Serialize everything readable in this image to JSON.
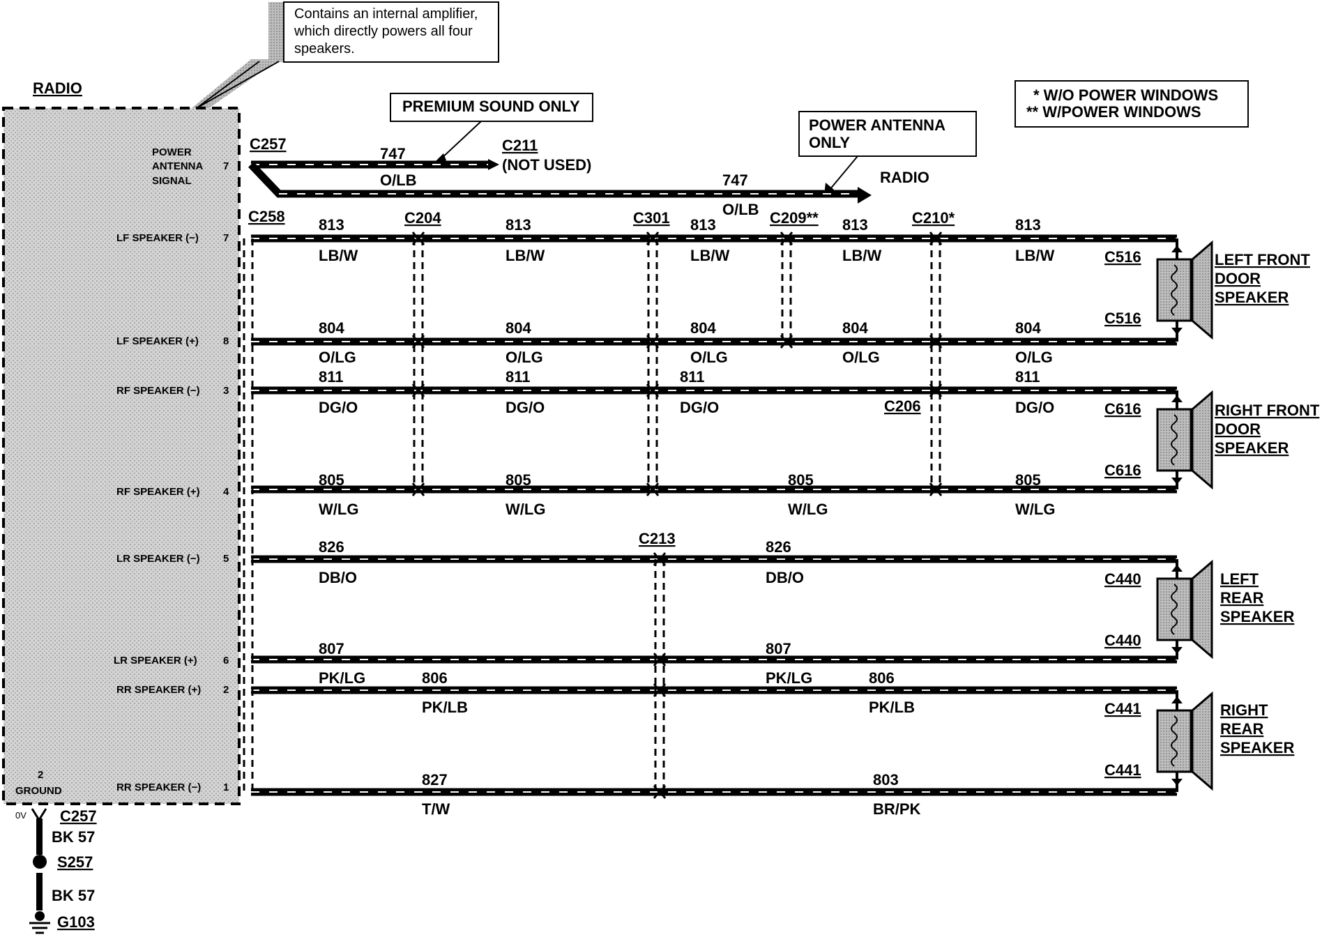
{
  "callouts": {
    "amplifier_note": [
      "Contains an internal amplifier,",
      "which directly powers all four",
      "speakers."
    ],
    "premium_sound": "PREMIUM SOUND ONLY",
    "power_antenna": [
      "POWER ANTENNA",
      "ONLY"
    ],
    "legend": [
      "* W/O POWER WINDOWS",
      "** W/POWER WINDOWS"
    ]
  },
  "radio": {
    "title": "RADIO",
    "pins": [
      {
        "label": [
          "POWER",
          "ANTENNA",
          "SIGNAL"
        ],
        "num": "7"
      },
      {
        "label": [
          "LF SPEAKER (−)"
        ],
        "num": "7"
      },
      {
        "label": [
          "LF SPEAKER (+)"
        ],
        "num": "8"
      },
      {
        "label": [
          "RF SPEAKER (−)"
        ],
        "num": "3"
      },
      {
        "label": [
          "RF SPEAKER (+)"
        ],
        "num": "4"
      },
      {
        "label": [
          "LR SPEAKER (−)"
        ],
        "num": "5"
      },
      {
        "label": [
          "LR SPEAKER (+)"
        ],
        "num": "6"
      },
      {
        "label": [
          "RR SPEAKER (+)"
        ],
        "num": "2"
      },
      {
        "label": [
          "RR SPEAKER (−)"
        ],
        "num": "1"
      }
    ],
    "ground_pin": {
      "num": "2",
      "label": "GROUND"
    }
  },
  "antenna": {
    "connector": "C257",
    "wire1": {
      "num": "747",
      "color": "O/LB",
      "dest": "C211",
      "dest_note": "(NOT USED)"
    },
    "wire2": {
      "num": "747",
      "color": "O/LB",
      "dest": "RADIO"
    }
  },
  "connectors": {
    "c258": "C258",
    "c204": "C204",
    "c301": "C301",
    "c209": "C209**",
    "c210": "C210*",
    "c206": "C206",
    "c213": "C213",
    "c516a": "C516",
    "c516b": "C516",
    "c616a": "C616",
    "c616b": "C616",
    "c440a": "C440",
    "c440b": "C440",
    "c441a": "C441",
    "c441b": "C441"
  },
  "wires": {
    "lf_neg": {
      "num": "813",
      "color": "LB/W"
    },
    "lf_pos": {
      "num": "804",
      "color": "O/LG"
    },
    "rf_neg": {
      "num": "811",
      "color": "DG/O"
    },
    "rf_pos": {
      "num": "805",
      "color": "W/LG"
    },
    "lr_neg": {
      "num": "826",
      "color": "DB/O"
    },
    "lr_pos": {
      "num": "807",
      "color": "PK/LG"
    },
    "rr_pos": {
      "num": "806",
      "color": "PK/LB"
    },
    "rr_neg_left": {
      "num": "827",
      "color": "T/W"
    },
    "rr_neg_right": {
      "num": "803",
      "color": "BR/PK"
    }
  },
  "speakers": {
    "lf": [
      "LEFT FRONT",
      "DOOR",
      "SPEAKER"
    ],
    "rf": [
      "RIGHT FRONT",
      "DOOR",
      "SPEAKER"
    ],
    "lr": [
      "LEFT",
      "REAR",
      "SPEAKER"
    ],
    "rr": [
      "RIGHT",
      "REAR",
      "SPEAKER"
    ]
  },
  "ground": {
    "ov": "0V",
    "connector": "C257",
    "wire1": "BK  57",
    "splice": "S257",
    "wire2": "BK  57",
    "ground_point": "G103"
  }
}
